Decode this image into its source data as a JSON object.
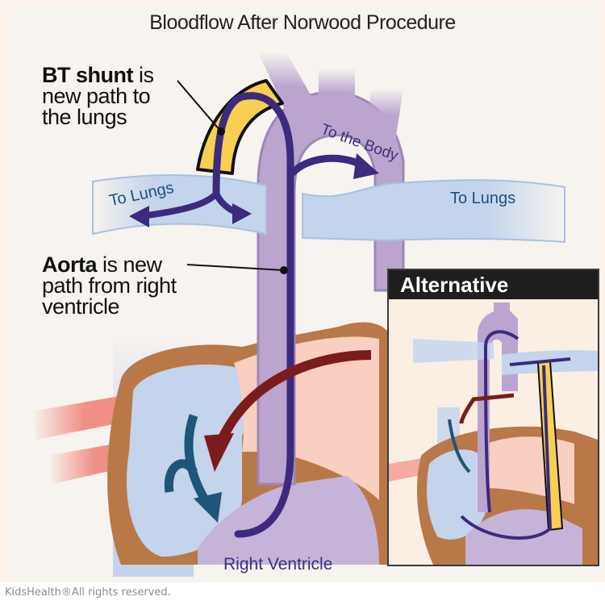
{
  "title": "Bloodflow After Norwood Procedure",
  "labels": {
    "bt_shunt_bold": "BT shunt",
    "bt_shunt_rest": " is",
    "bt_shunt_line2": "new path to",
    "bt_shunt_line3": "the lungs",
    "aorta_bold": "Aorta",
    "aorta_rest": " is new",
    "aorta_line2": "path from right",
    "aorta_line3": "ventricle",
    "to_lungs_left": "To Lungs",
    "to_lungs_right": "To Lungs",
    "to_the_body": "To the Body",
    "right_ventricle": "Right Ventricle"
  },
  "inset": {
    "title": "Alternative"
  },
  "credit": "KidsHealth®All rights reserved.",
  "colors": {
    "aorta": "#bba5cf",
    "flow_arrow": "#3b2a7d",
    "shunt": "#f7cf52",
    "pulmonary": "#c3d4ec",
    "heart_wall": "#b87848",
    "oxygenated_arrow": "#7b1b1b",
    "deoxygenated_arrow": "#1f5578",
    "atrium_pink": "#f8cfc0"
  }
}
